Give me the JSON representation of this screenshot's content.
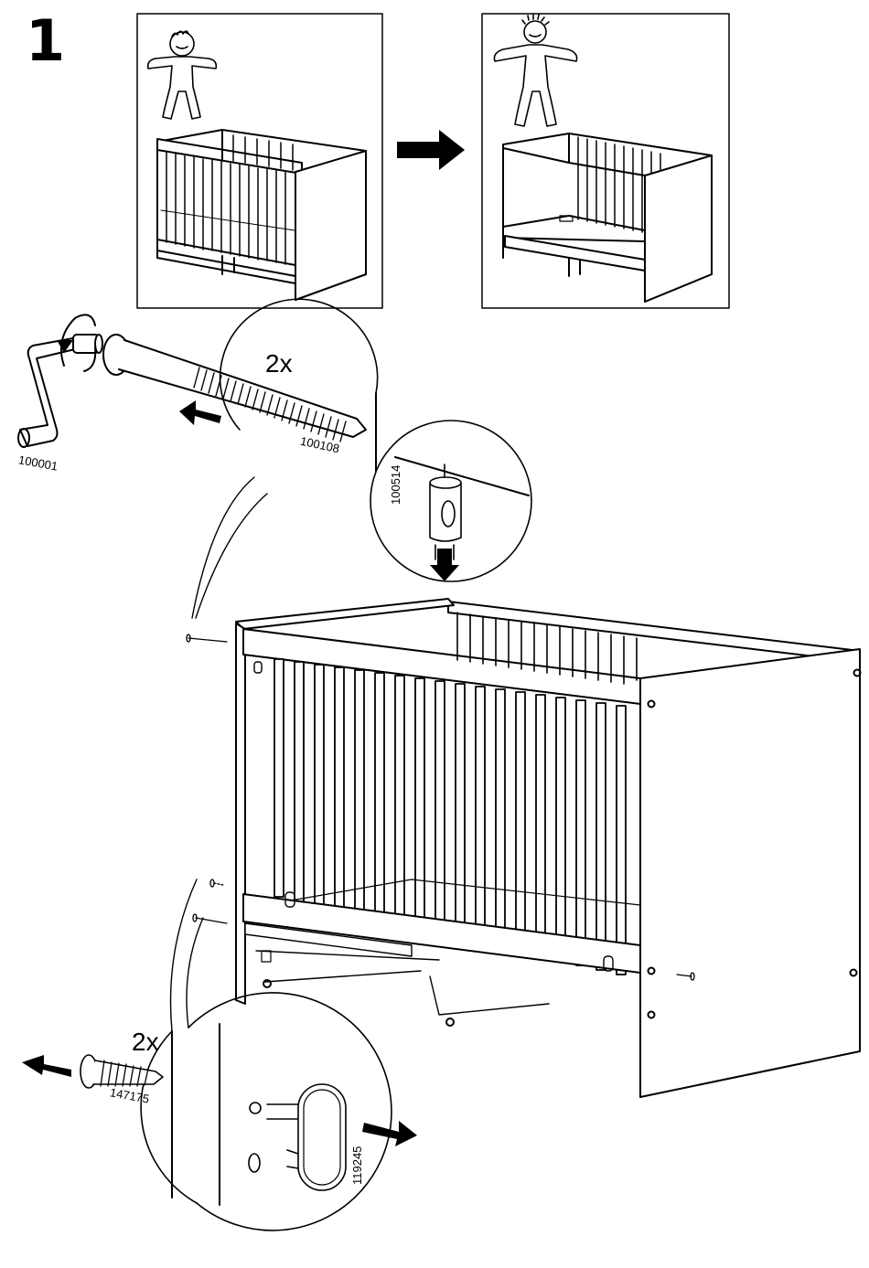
{
  "step": {
    "number": "1"
  },
  "parts": {
    "allen_key": {
      "code": "100001"
    },
    "long_bolt": {
      "code": "100108",
      "quantity": "2x"
    },
    "barrel_nut": {
      "code": "100514"
    },
    "short_screw": {
      "code": "147175",
      "quantity": "2x"
    },
    "clip": {
      "code": "119245"
    }
  },
  "icons": [
    "baby-small-icon",
    "baby-growing-icon",
    "arrow-right-icon",
    "turn-arrow-icon",
    "arrow-left-icon",
    "arrow-down-icon"
  ],
  "colors": {
    "line": "#000000",
    "background": "#ffffff"
  }
}
